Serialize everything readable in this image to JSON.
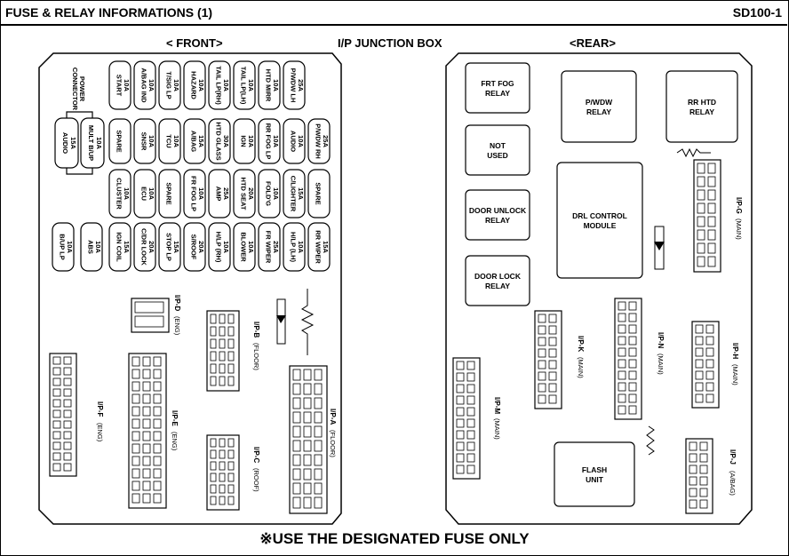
{
  "header": {
    "title": "FUSE & RELAY INFORMATIONS (1)",
    "code": "SD100-1"
  },
  "sections": {
    "front": "< FRONT>",
    "center": "I/P JUNCTION BOX",
    "rear": "<REAR>"
  },
  "footer": "※USE THE DESIGNATED FUSE ONLY",
  "front_fuses": [
    {
      "name": "START",
      "rating": "10A"
    },
    {
      "name": "A/BAG IND",
      "rating": "10A"
    },
    {
      "name": "T/SIG LP",
      "rating": "10A"
    },
    {
      "name": "HAZARD",
      "rating": "10A"
    },
    {
      "name": "TAIL LP(RH)",
      "rating": "10A"
    },
    {
      "name": "TAIL LP(LH)",
      "rating": "10A"
    },
    {
      "name": "HTD MIRR",
      "rating": "10A"
    },
    {
      "name": "P/WDW LH",
      "rating": "25A"
    },
    {
      "name": "SPARE",
      "rating": ""
    },
    {
      "name": "SNSR",
      "rating": "10A"
    },
    {
      "name": "TCU",
      "rating": "10A"
    },
    {
      "name": "A/BAG",
      "rating": "15A"
    },
    {
      "name": "HTD GLASS",
      "rating": "30A"
    },
    {
      "name": "IGN",
      "rating": "10A"
    },
    {
      "name": "RR FOG LP",
      "rating": "10A"
    },
    {
      "name": "AUDIO",
      "rating": "10A"
    },
    {
      "name": "P/WDW RH",
      "rating": "25A"
    },
    {
      "name": "CLUSTER",
      "rating": "10A"
    },
    {
      "name": "ECU",
      "rating": "10A"
    },
    {
      "name": "SPARE",
      "rating": ""
    },
    {
      "name": "FR FOG LP",
      "rating": "10A"
    },
    {
      "name": "AMP",
      "rating": "25A"
    },
    {
      "name": "HTD SEAT",
      "rating": "20A"
    },
    {
      "name": "FOLD'G",
      "rating": "10A"
    },
    {
      "name": "C/LIGHTER",
      "rating": "15A"
    },
    {
      "name": "SPARE",
      "rating": ""
    },
    {
      "name": "B/UP LP",
      "rating": "10A"
    },
    {
      "name": "ABS",
      "rating": "10A"
    },
    {
      "name": "IGN COIL",
      "rating": "15A"
    },
    {
      "name": "C/DR LOCK",
      "rating": "20A"
    },
    {
      "name": "STOP LP",
      "rating": "15A"
    },
    {
      "name": "S/ROOF",
      "rating": "20A"
    },
    {
      "name": "H/LP (RH)",
      "rating": "10A"
    },
    {
      "name": "BLOWER",
      "rating": "10A"
    },
    {
      "name": "FR WIPER",
      "rating": "25A"
    },
    {
      "name": "H/LP (LH)",
      "rating": "10A"
    },
    {
      "name": "RR WIPER",
      "rating": "15A"
    },
    {
      "name": "POWER CONNECTOR",
      "rating": ""
    },
    {
      "name": "MULT B/UP",
      "rating": "10A"
    },
    {
      "name": "AUDIO",
      "rating": "15A"
    }
  ],
  "front_connectors": [
    {
      "id": "I/P-D",
      "desc": "(ENG)"
    },
    {
      "id": "I/P-B",
      "desc": "(FLOOR)"
    },
    {
      "id": "I/P-F",
      "desc": "(ENG)"
    },
    {
      "id": "I/P-E",
      "desc": "(ENG)"
    },
    {
      "id": "I/P-A",
      "desc": "(FLOOR)"
    },
    {
      "id": "I/P-C",
      "desc": "(ROOF)"
    }
  ],
  "rear_relays": [
    {
      "line1": "FRT FOG",
      "line2": "RELAY"
    },
    {
      "line1": "P/WDW",
      "line2": "RELAY"
    },
    {
      "line1": "RR HTD",
      "line2": "RELAY"
    },
    {
      "line1": "NOT",
      "line2": "USED"
    },
    {
      "line1": "DOOR UNLOCK",
      "line2": "RELAY"
    },
    {
      "line1": "DRL CONTROL",
      "line2": "MODULE"
    },
    {
      "line1": "DOOR LOCK",
      "line2": "RELAY"
    },
    {
      "line1": "FLASH",
      "line2": "UNIT"
    }
  ],
  "rear_connectors": [
    {
      "id": "I/P-G",
      "desc": "(MAIN)"
    },
    {
      "id": "I/P-K",
      "desc": "(MAIN)"
    },
    {
      "id": "I/P-N",
      "desc": "(MAIN)"
    },
    {
      "id": "I/P-H",
      "desc": "(MAIN)"
    },
    {
      "id": "I/P-M",
      "desc": "(MAIN)"
    },
    {
      "id": "I/P-J",
      "desc": "(A/BAG)"
    }
  ]
}
